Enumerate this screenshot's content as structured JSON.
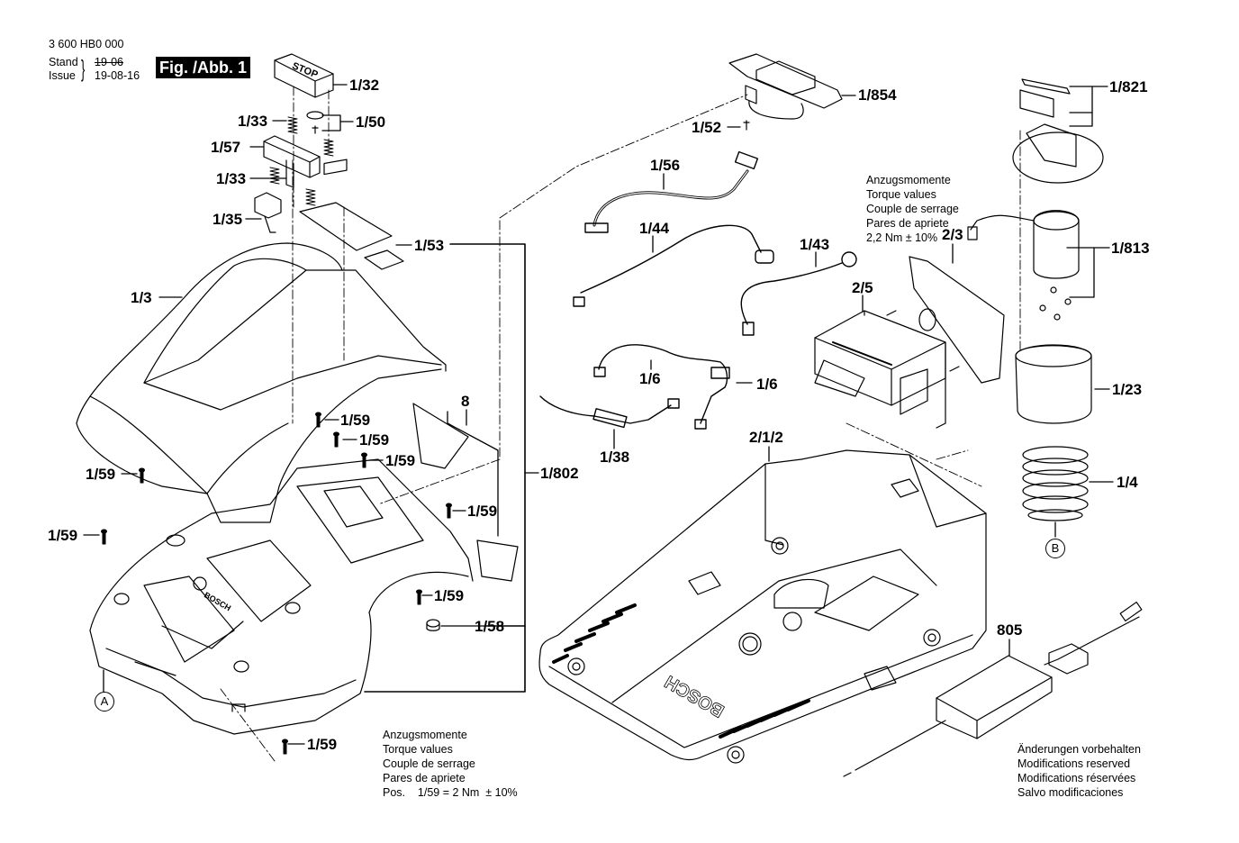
{
  "header": {
    "part_number": "3 600 HB0 000",
    "stand_label": "Stand",
    "issue_label": "Issue",
    "stand_value": "19-06",
    "issue_value": "19-08-16",
    "figure_label": "Fig. /Abb. 1"
  },
  "callouts": {
    "c_1_32": "1/32",
    "c_1_33a": "1/33",
    "c_1_50": "1/50",
    "c_1_57": "1/57",
    "c_1_33b": "1/33",
    "c_1_35": "1/35",
    "c_1_53": "1/53",
    "c_1_3": "1/3",
    "c_8": "8",
    "c_1_59a": "1/59",
    "c_1_59b": "1/59",
    "c_1_59c": "1/59",
    "c_1_59d": "1/59",
    "c_1_59e": "1/59",
    "c_1_59f": "1/59",
    "c_1_59g": "1/59",
    "c_1_59h": "1/59",
    "c_1_58": "1/58",
    "c_1_802": "1/802",
    "c_1_854": "1/854",
    "c_1_52": "1/52",
    "c_1_56": "1/56",
    "c_1_44": "1/44",
    "c_1_43": "1/43",
    "c_1_6a": "1/6",
    "c_1_6b": "1/6",
    "c_1_38": "1/38",
    "c_2_5": "2/5",
    "c_2_3": "2/3",
    "c_2_1_2": "2/1/2",
    "c_1_821": "1/821",
    "c_1_813": "1/813",
    "c_1_23": "1/23",
    "c_1_4": "1/4",
    "c_805": "805"
  },
  "markers": {
    "a": "A",
    "b": "B"
  },
  "torque_note_right": {
    "lines": [
      "Anzugsmomente",
      "Torque values",
      "Couple de serrage",
      "Pares de apriete",
      "2,2 Nm  ± 10%"
    ]
  },
  "torque_note_bottom": {
    "lines": [
      "Anzugsmomente",
      "Torque values",
      "Couple de serrage",
      "Pares de apriete",
      "Pos.    1/59 = 2 Nm  ± 10%"
    ]
  },
  "disclaimer": {
    "lines": [
      "Änderungen vorbehalten",
      "Modifications reserved",
      "Modifications réservées",
      "Salvo modificaciones"
    ]
  },
  "embossed_text": {
    "stop_button": "STOP",
    "brand": "BOSCH"
  }
}
